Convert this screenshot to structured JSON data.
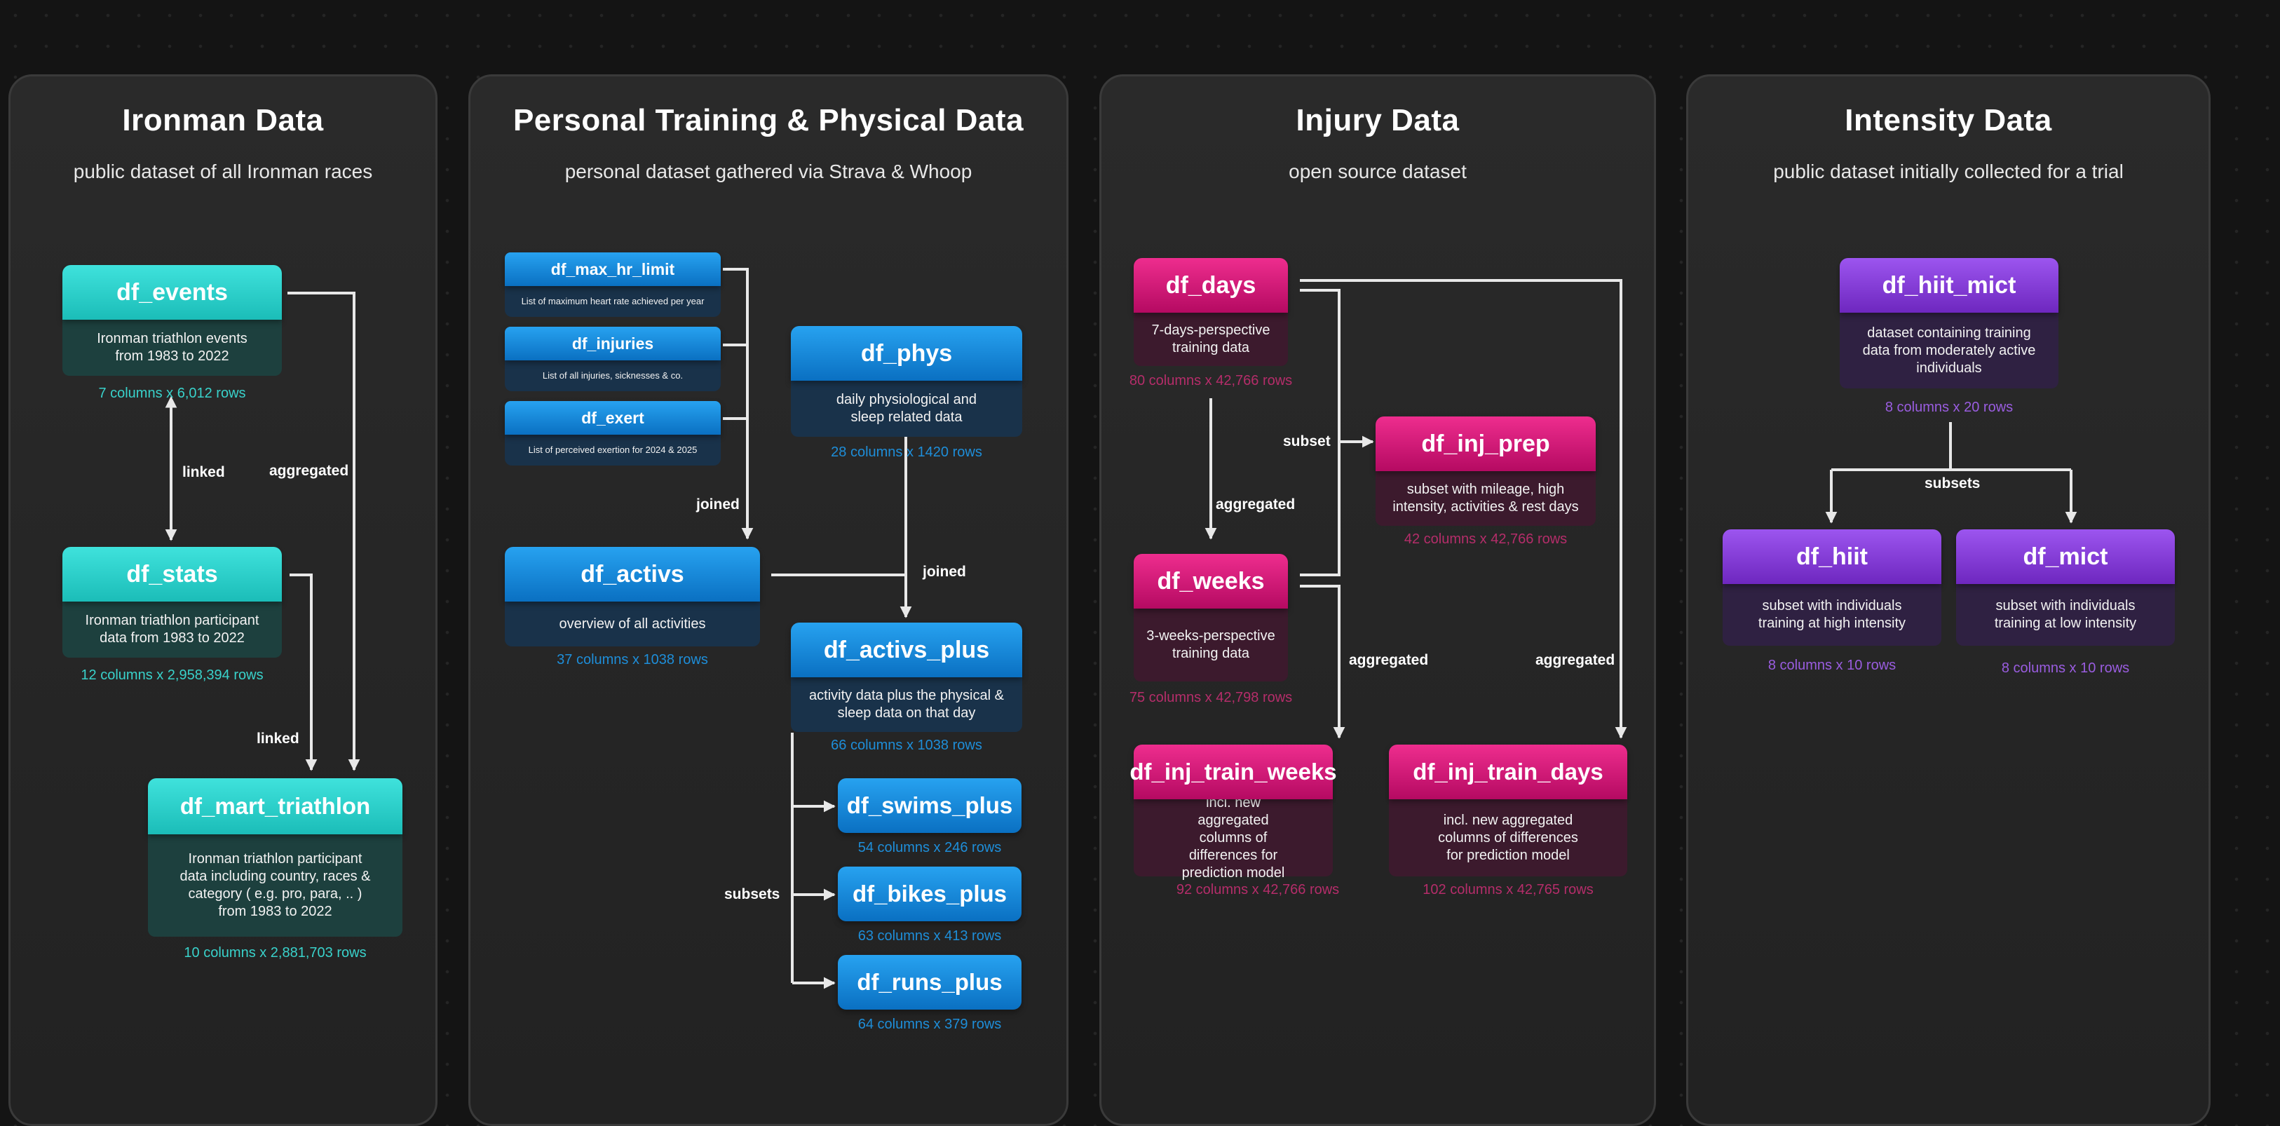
{
  "panels": {
    "ironman": {
      "title": "Ironman Data",
      "subtitle": "public dataset of all Ironman races"
    },
    "personal": {
      "title": "Personal Training & Physical Data",
      "subtitle": "personal dataset gathered via Strava & Whoop"
    },
    "injury": {
      "title": "Injury Data",
      "subtitle": "open source dataset"
    },
    "intensity": {
      "title": "Intensity Data",
      "subtitle": "public dataset initially collected for a trial"
    }
  },
  "nodes": {
    "df_events": {
      "name": "df_events",
      "desc": "Ironman triathlon events from 1983 to 2022",
      "meta": "7 columns x 6,012 rows"
    },
    "df_stats": {
      "name": "df_stats",
      "desc": "Ironman triathlon participant data from 1983 to 2022",
      "meta": "12 columns x  2,958,394 rows"
    },
    "df_mart_triathlon": {
      "name": "df_mart_triathlon",
      "desc": "Ironman triathlon participant data including country, races & category ( e.g. pro, para, .. ) from 1983 to  2022",
      "meta": "10 columns x 2,881,703 rows"
    },
    "df_max_hr_limit": {
      "name": "df_max_hr_limit",
      "desc": "List of maximum heart rate achieved per year"
    },
    "df_injuries": {
      "name": "df_injuries",
      "desc": "List of all injuries, sicknesses & co."
    },
    "df_exert": {
      "name": "df_exert",
      "desc": "List of perceived exertion for 2024 & 2025"
    },
    "df_phys": {
      "name": "df_phys",
      "desc": "daily physiological and sleep related data",
      "meta": "28 columns x  1420 rows"
    },
    "df_activs": {
      "name": "df_activs",
      "desc": "overview of all activities",
      "meta": "37 columns x  1038 rows"
    },
    "df_activs_plus": {
      "name": "df_activs_plus",
      "desc": "activity data plus the physical & sleep data on that day",
      "meta": "66 columns x  1038 rows"
    },
    "df_swims_plus": {
      "name": "df_swims_plus",
      "meta": "54 columns x 246 rows"
    },
    "df_bikes_plus": {
      "name": "df_bikes_plus",
      "meta": "63 columns x 413 rows"
    },
    "df_runs_plus": {
      "name": "df_runs_plus",
      "meta": "64 columns x 379 rows"
    },
    "df_days": {
      "name": "df_days",
      "desc": "7-days-perspective training data",
      "meta": "80 columns x 42,766 rows"
    },
    "df_weeks": {
      "name": "df_weeks",
      "desc": "3-weeks-perspective training data",
      "meta": "75 columns x 42,798 rows"
    },
    "df_inj_prep": {
      "name": "df_inj_prep",
      "desc": "subset with mileage, high intensity, activities & rest days",
      "meta": "42 columns x 42,766 rows"
    },
    "df_inj_train_weeks": {
      "name": "df_inj_train_weeks",
      "desc": "incl. new aggregated columns of differences for prediction model",
      "meta": "92 columns x  42,766 rows"
    },
    "df_inj_train_days": {
      "name": "df_inj_train_days",
      "desc": "incl. new aggregated columns of differences for prediction model",
      "meta": "102 columns x  42,765 rows"
    },
    "df_hiit_mict": {
      "name": "df_hiit_mict",
      "desc": "dataset containing training data from moderately active individuals",
      "meta": "8 columns x  20 rows"
    },
    "df_hiit": {
      "name": "df_hiit",
      "desc": "subset with individuals training at high intensity",
      "meta": "8 columns x  10 rows"
    },
    "df_mict": {
      "name": "df_mict",
      "desc": "subset with individuals training at low intensity",
      "meta": "8 columns x  10 rows"
    }
  },
  "edge_labels": {
    "linked": "linked",
    "aggregated": "aggregated",
    "joined": "joined",
    "subsets": "subsets",
    "subset": "subset"
  },
  "colors": {
    "teal": "#2fd3cd",
    "blue": "#1287e0",
    "pink": "#e0197f",
    "purple": "#8a44e0",
    "arrow": "#e8e8e8"
  }
}
